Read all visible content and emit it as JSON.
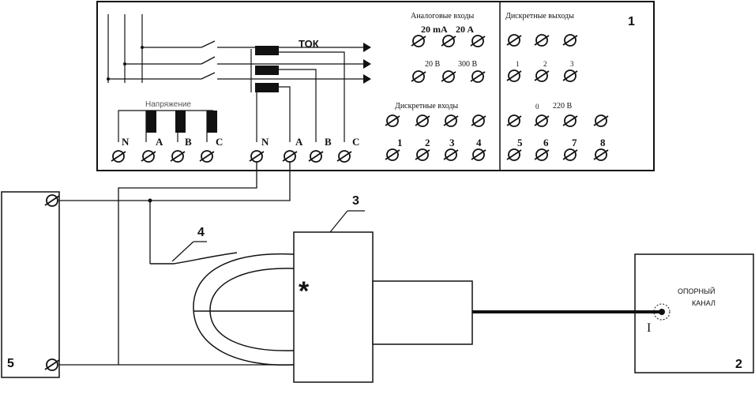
{
  "panel": {
    "number": "1",
    "analog_inputs": {
      "title": "Аналоговые входы",
      "range_20ma": "20 mA",
      "range_20a": "20 A",
      "range_20v": "20 В",
      "range_300v": "300 В"
    },
    "current_label": "ТОК",
    "voltage_label": "Напряжение",
    "voltage_terminals": [
      "N",
      "A",
      "B",
      "C"
    ],
    "current_terminals": [
      "N",
      "A",
      "B",
      "C"
    ],
    "discrete_inputs": {
      "title": "Дискретные входы",
      "numbers": [
        "1",
        "2",
        "3",
        "4"
      ]
    },
    "discrete_outputs": {
      "title": "Дискретные выходы",
      "numbers_small": [
        "1",
        "2",
        "3"
      ],
      "range_0": "0",
      "range_220v": "220 В",
      "numbers": [
        "5",
        "6",
        "7",
        "8"
      ]
    }
  },
  "reference_channel": {
    "number": "2",
    "label_line1": "ОПОРНЫЙ",
    "label_line2": "КАНАЛ",
    "connector_mark": "I"
  },
  "device": {
    "number": "3",
    "polarity_mark": "*"
  },
  "clamp_label": "4",
  "load_block": {
    "number": "5"
  }
}
